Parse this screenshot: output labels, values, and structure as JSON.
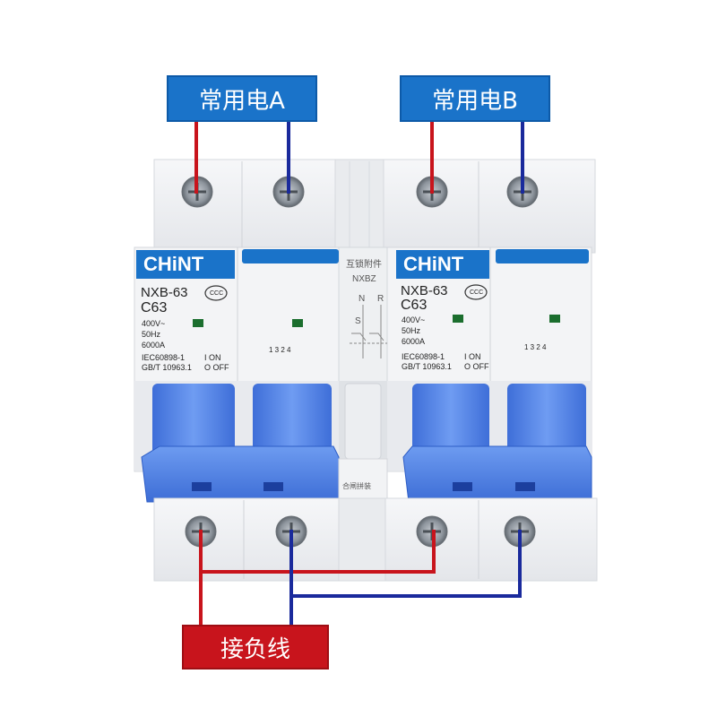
{
  "labels": {
    "source_a": "常用电A",
    "source_b": "常用电B",
    "load": "接负线"
  },
  "breakers": [
    {
      "brand": "CHiNT",
      "model": "NXB-63",
      "curve": "C63",
      "voltage": "400V~",
      "frequency": "50Hz",
      "capacity": "6000A",
      "standard_1": "IEC60898-1",
      "standard_2": "GB/T 10963.1",
      "on_text": "I ON",
      "off_text": "O OFF",
      "cert_mark": "CCC",
      "terminals": "1 3 2 4"
    },
    {
      "brand": "CHiNT",
      "model": "NXB-63",
      "curve": "C63",
      "voltage": "400V~",
      "frequency": "50Hz",
      "capacity": "6000A",
      "standard_1": "IEC60898-1",
      "standard_2": "GB/T 10963.1",
      "on_text": "I ON",
      "off_text": "O OFF",
      "cert_mark": "CCC",
      "terminals": "1 3 2 4"
    }
  ],
  "interlock": {
    "title": "互锁附件",
    "model": "NXBZ",
    "n_label": "N",
    "r_label": "R",
    "s_label": "S",
    "bottom_text": "合闸拼装"
  },
  "colors": {
    "label_blue": "#1a73c9",
    "label_red": "#c8141c",
    "wire_red": "#c8141c",
    "wire_blue": "#1a2a9c",
    "handle_blue": "#4a7fe0",
    "housing": "#f1f2f4"
  }
}
